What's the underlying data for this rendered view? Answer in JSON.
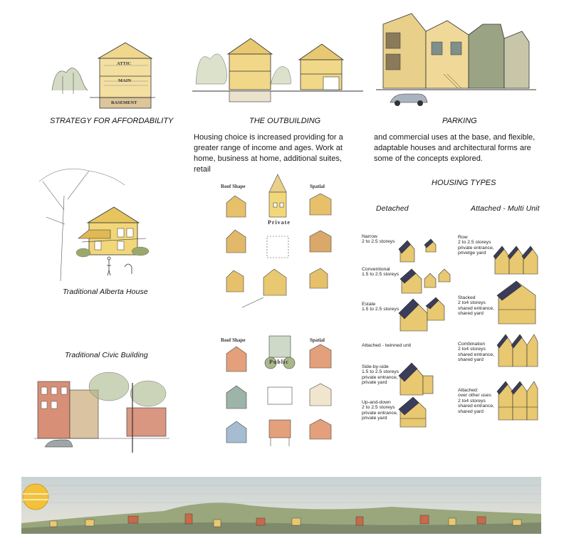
{
  "captions": {
    "strategy": "STRATEGY FOR  AFFORDABILITY",
    "outbuilding": "THE OUTBUILDING",
    "parking": "PARKING",
    "alberta_house": "Traditional Alberta House",
    "civic_building": "Traditional Civic Building"
  },
  "section_labels": {
    "attic": "ATTIC",
    "main": "MAIN",
    "basement": "BASEMENT"
  },
  "intro": {
    "col1": "Housing choice is increased providing for a greater range of income and ages. Work at home, business at home, additional suites, retail",
    "col2": "and commercial uses at the  base, and flexible, adaptable houses and architectural forms are some of the concepts explored."
  },
  "diagram_labels": {
    "roof_shape_1": "Roof  Shape",
    "spatial_1": "Spatial",
    "private": "Private",
    "roof_shape_2": "Roof  Shape",
    "spatial_2": "Spatial",
    "public": "Public"
  },
  "housing_types": {
    "title": "HOUSING TYPES",
    "detached_heading": "Detached",
    "attached_heading": "Attached - Multi Unit",
    "detached": [
      {
        "name": "Narrow",
        "desc": "2 to 2.5 storeys"
      },
      {
        "name": "Conventional",
        "desc": "1.5 to 2.5 storeys"
      },
      {
        "name": "Estate",
        "desc": "1.5 to 2.5 storeys"
      }
    ],
    "twinned_heading": "Attached - twinned unit",
    "twinned": [
      {
        "name": "Side-by-side",
        "desc": "1.5 to 2.5 storeys",
        "entrance": "private entrance,",
        "yard": "private yard"
      },
      {
        "name": "Up-and-down",
        "desc": "2 to 2.5 storeys",
        "entrance": "private entrance,",
        "yard": "private yard"
      }
    ],
    "multi": [
      {
        "name": "Row",
        "desc": "2 to 2.5 storeys",
        "entrance": "private entrance,",
        "yard": "privetge yard"
      },
      {
        "name": "Stacked",
        "desc": "2 to4 storeys",
        "entrance": "shared entrance,",
        "yard": "shared yard"
      },
      {
        "name": "Combination",
        "desc": "2 to4 storeys",
        "entrance": "shared entrance,",
        "yard": "shared yard"
      },
      {
        "name": "Attached:",
        "desc": "over other uses",
        "extra": "2 to4 storeys",
        "entrance": "shared entrance,",
        "yard": "shared yard"
      }
    ]
  },
  "colors": {
    "ochre": "#e8c870",
    "brick": "#c9694a",
    "roof": "#3a3c5a",
    "sky": "#d8dde0",
    "sun": "#f2c23a"
  }
}
